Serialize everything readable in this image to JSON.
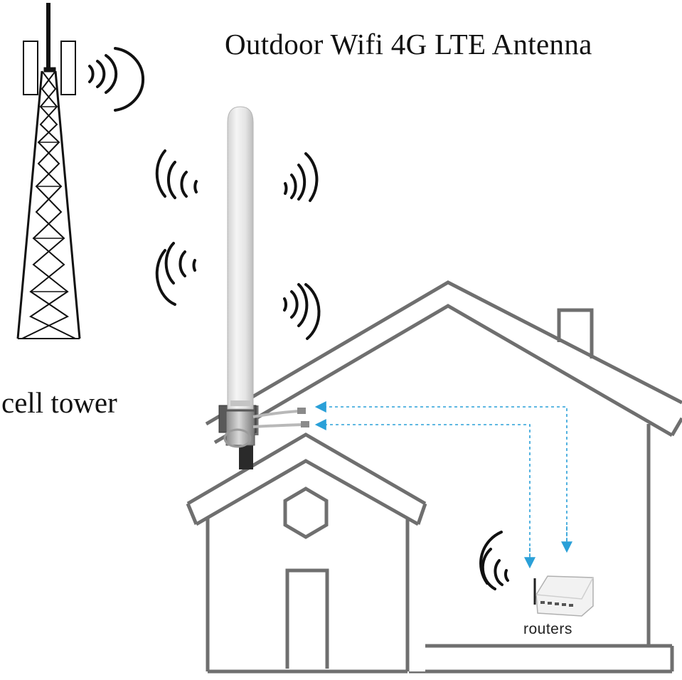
{
  "title": "Outdoor Wifi 4G LTE Antenna",
  "labels": {
    "cell_tower": "cell tower",
    "routers": "routers"
  },
  "colors": {
    "house_outline": "#6f6f6f",
    "signal_waves": "#111111",
    "cable_arrows": "#2aa0d8",
    "antenna_body": "#e6e6e6"
  },
  "icons": [
    "cell-tower-icon",
    "antenna-icon",
    "house-icon",
    "router-icon",
    "signal-wave-icon"
  ]
}
